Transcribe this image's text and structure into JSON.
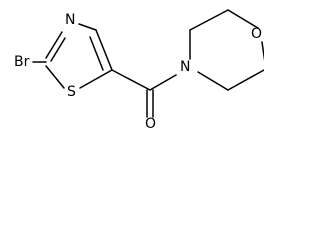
{
  "diagram": {
    "type": "chemical-structure",
    "atom_labels": {
      "bromine": "Br",
      "thiazole_nitrogen": "N",
      "thiazole_sulfur": "S",
      "morpholine_nitrogen": "N",
      "morpholine_oxygen": "O",
      "carbonyl_oxygen": "O"
    },
    "colors": {
      "bond": "#000000",
      "label": "#000000",
      "background": "#ffffff"
    }
  }
}
